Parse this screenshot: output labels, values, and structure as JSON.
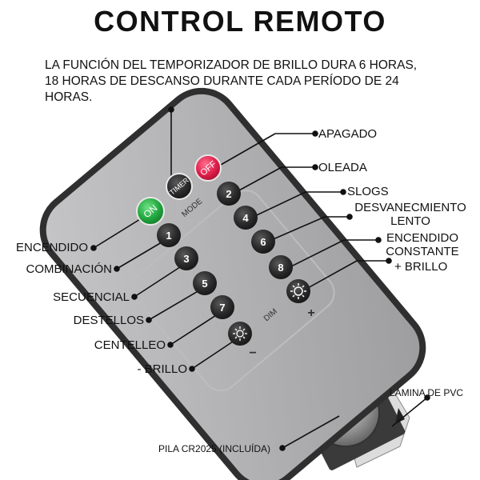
{
  "title": "CONTROL REMOTO",
  "description": [
    "LA FUNCIÓN DEL TEMPORIZADOR DE BRILLO DURA 6 HORAS,",
    "18 HORAS DE DESCANSO DURANTE CADA PERÍODO DE 24",
    "HORAS."
  ],
  "remote": {
    "buttons": {
      "on": "ON",
      "timer": "TIMER",
      "off": "OFF",
      "mode": "MODE",
      "dim": "DIM",
      "plus": "+",
      "minus": "−",
      "modes": [
        "1",
        "2",
        "3",
        "4",
        "5",
        "6",
        "7",
        "8"
      ]
    }
  },
  "callouts": {
    "apagado": "APAGADO",
    "oleada": "OLEADA",
    "slogs": "SLOGS",
    "desvanecimiento_1": "DESVANECMIENTO",
    "desvanecimiento_2": "LENTO",
    "encendido_constante_1": "ENCENDIDO",
    "encendido_constante_2": "CONSTANTE",
    "mas_brillo": "+ BRILLO",
    "encendido": "ENCENDIDO",
    "combinacion": "COMBINACIÓN",
    "secuencial": "SECUENCIAL",
    "destellos": "DESTELLOS",
    "centelleo": "CENTELLEO",
    "menos_brillo": "- BRILLO",
    "lamina": "LÁMINA DE PVC",
    "pila": "PILA CR2025 (INCLUÍDA)"
  },
  "colors": {
    "on_button": "#2bb34a",
    "off_button": "#e01f4a",
    "remote_body": "#a9a9ab",
    "button_dark": "#2b2b2b"
  }
}
